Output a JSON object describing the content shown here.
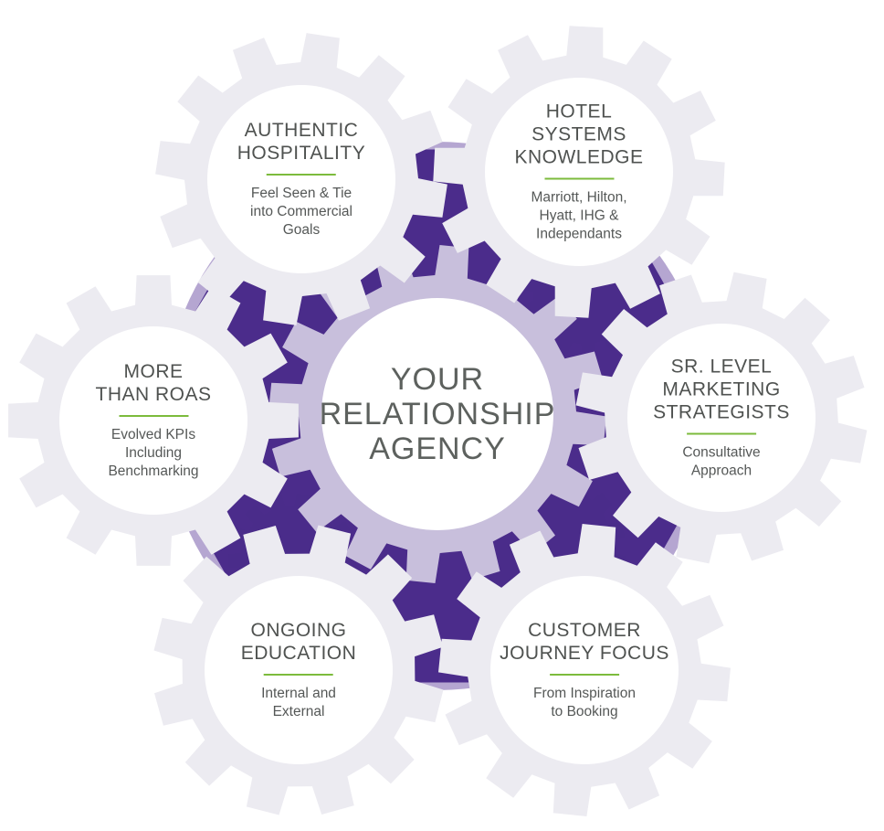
{
  "colors": {
    "purple_dark": "#3f2280",
    "purple_mid": "#5a3a9a",
    "gear_light": "#c8bfdc",
    "gear_outer": "#ecebf1",
    "circle_fill": "#ffffff",
    "text": "#4f5250",
    "accent_green": "#7cbb3c"
  },
  "center": {
    "title": "YOUR\nRELATIONSHIP\nAGENCY"
  },
  "nodes": [
    {
      "id": "authentic-hospitality",
      "title": "AUTHENTIC\nHOSPITALITY",
      "desc": "Feel Seen & Tie\ninto Commercial\nGoals"
    },
    {
      "id": "hotel-systems-knowledge",
      "title": "HOTEL\nSYSTEMS\nKNOWLEDGE",
      "desc": "Marriott, Hilton,\nHyatt, IHG &\nIndependants"
    },
    {
      "id": "sr-level-marketing-strategists",
      "title": "SR. LEVEL\nMARKETING\nSTRATEGISTS",
      "desc": "Consultative\nApproach"
    },
    {
      "id": "customer-journey-focus",
      "title": "CUSTOMER\nJOURNEY FOCUS",
      "desc": "From Inspiration\nto Booking"
    },
    {
      "id": "ongoing-education",
      "title": "ONGOING\nEDUCATION",
      "desc": "Internal and\nExternal"
    },
    {
      "id": "more-than-roas",
      "title": "MORE\nTHAN ROAS",
      "desc": "Evolved KPIs\nIncluding\nBenchmarking"
    }
  ]
}
